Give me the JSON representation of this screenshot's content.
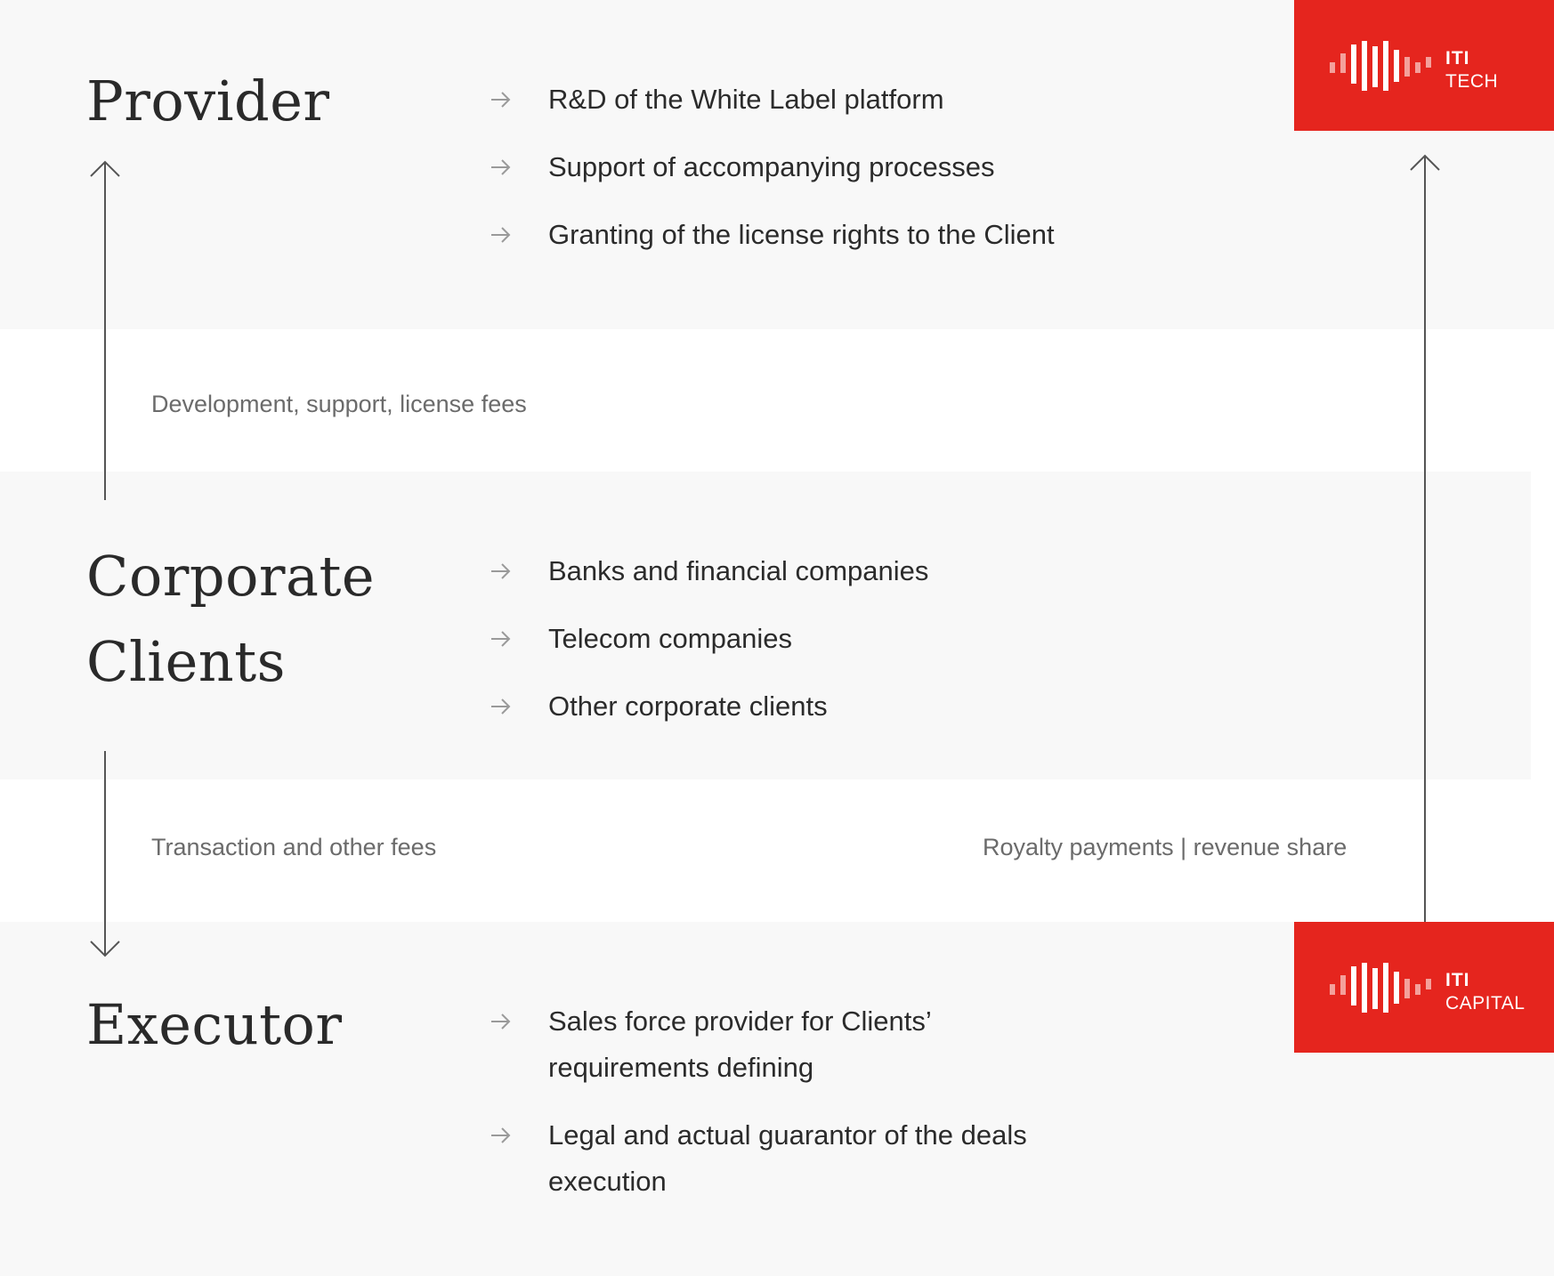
{
  "provider": {
    "title": "Provider",
    "items": [
      "R&D of the White Label platform",
      "Support of accompanying processes",
      "Granting of the license rights to the Client"
    ]
  },
  "flows": {
    "dev_fees": "Development, support, license fees",
    "transaction_fees": "Transaction and other fees",
    "royalty": "Royalty payments | revenue share"
  },
  "clients": {
    "title_line1": "Corporate",
    "title_line2": "Clients",
    "items": [
      "Banks and financial companies",
      "Telecom companies",
      "Other corporate clients"
    ]
  },
  "executor": {
    "title": "Executor",
    "items": [
      "Sales force provider for Clients’ requirements defining",
      "Legal and actual guarantor of the deals execution"
    ]
  },
  "logos": {
    "tech": {
      "brand": "ITI",
      "sub": "TECH"
    },
    "capital": {
      "brand": "ITI",
      "sub": "CAPITAL"
    }
  },
  "colors": {
    "brand_red": "#e5251e",
    "band_bg": "#f8f8f8",
    "line": "#555555"
  },
  "icons": {
    "item_bullet": "arrow-right-icon",
    "logo_mark": "equalizer-bars-icon"
  }
}
